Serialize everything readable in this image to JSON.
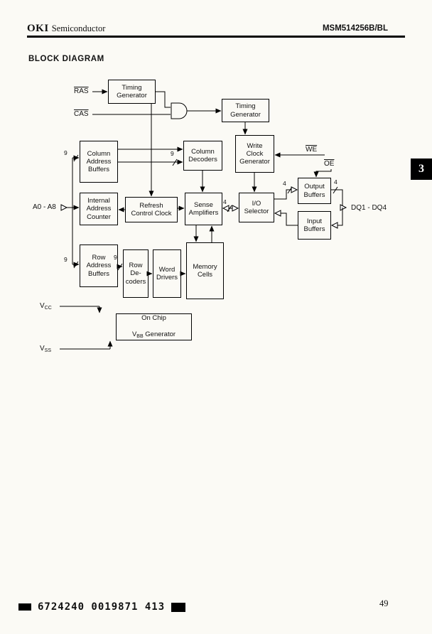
{
  "header": {
    "logo": "OKI",
    "logo_suffix": "Semiconductor",
    "part_number": "MSM514256B/BL"
  },
  "title": "BLOCK DIAGRAM",
  "tab_number": "3",
  "page_number": "49",
  "footer_code": "6724240 0019871 413",
  "colors": {
    "paper": "#fbfaf5",
    "ink": "#111111"
  },
  "signals": {
    "ras": "RAS",
    "cas": "CAS",
    "we": "WE",
    "oe": "OE",
    "address": "A0 - A8",
    "vcc_base": "V",
    "vcc_sub": "CC",
    "vss_base": "V",
    "vss_sub": "SS",
    "dq": "DQ1 - DQ4"
  },
  "blocks": {
    "timing_generator_ras": "Timing\nGenerator",
    "timing_generator_cas": "Timing\nGenerator",
    "column_address_buffers": "Column\nAddress\nBuffers",
    "column_decoders": "Column\nDecoders",
    "write_clock_generator": "Write\nClock\nGenerator",
    "output_buffers": "Output\nBuffers",
    "input_buffers": "Input\nBuffers",
    "internal_address_counter": "Internal\nAddress\nCounter",
    "refresh_control_clock": "Refresh\nControl Clock",
    "sense_amplifiers": "Sense\nAmplifiers",
    "io_selector": "I/O\nSelector",
    "row_address_buffers": "Row\nAddress\nBuffers",
    "row_decoders": "Row\nDe-\ncoders",
    "word_drivers": "Word\nDrivers",
    "memory_cells": "Memory\nCells",
    "vbb_generator_line1": "On Chip",
    "vbb_generator_v": "V",
    "vbb_generator_sub": "BB",
    "vbb_generator_rest": "Generator"
  },
  "bus": {
    "col_buf_width": "9",
    "col_dec_width": "9",
    "row_buf_width": "9",
    "row_dec_width": "9",
    "sense_io_width": "4",
    "io_out_width": "4",
    "out_dq_width": "4"
  }
}
